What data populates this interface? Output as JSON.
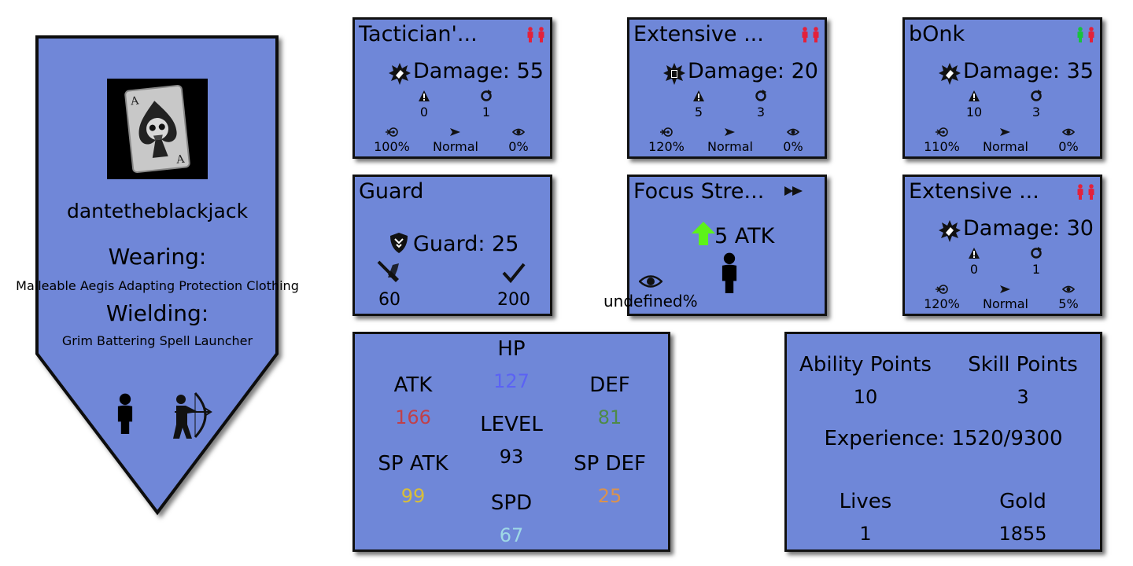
{
  "character": {
    "name": "dantetheblackjack",
    "wearing_label": "Wearing:",
    "wearing": "Malleable Aegis Adapting Protection Clothing",
    "wielding_label": "Wielding:",
    "wielding": "Grim Battering Spell Launcher",
    "portrait_icon": "ace-of-spades-skull-card",
    "class_icons": [
      "person-icon",
      "archer-icon"
    ]
  },
  "cards": [
    {
      "title": "Tactician'...",
      "effect": "Damage: 55",
      "stat1": "0",
      "stat2": "1",
      "acc": "100%",
      "speed": "Normal",
      "crit": "0%",
      "targets": [
        "red",
        "red"
      ]
    },
    {
      "title": "Extensive ...",
      "effect": "Damage: 20",
      "stat1": "5",
      "stat2": "3",
      "acc": "120%",
      "speed": "Normal",
      "crit": "0%",
      "targets": [
        "red",
        "red"
      ]
    },
    {
      "title": "bOnk",
      "effect": "Damage: 35",
      "stat1": "10",
      "stat2": "3",
      "acc": "110%",
      "speed": "Normal",
      "crit": "0%",
      "targets": [
        "green",
        "red"
      ]
    },
    {
      "title": "Extensive ...",
      "effect": "Damage: 30",
      "stat1": "0",
      "stat2": "1",
      "acc": "120%",
      "speed": "Normal",
      "crit": "5%",
      "targets": [
        "red",
        "red"
      ]
    }
  ],
  "guard_card": {
    "title": "Guard",
    "effect": "Guard: 25",
    "left_value": "60",
    "right_value": "200"
  },
  "focus_card": {
    "title": "Focus Stre...",
    "effect": "5 ATK",
    "crit": "undefined%"
  },
  "stats": {
    "hp": {
      "label": "HP",
      "value": "127",
      "color": "#5b62f4"
    },
    "atk": {
      "label": "ATK",
      "value": "166",
      "color": "#c0404a"
    },
    "def": {
      "label": "DEF",
      "value": "81",
      "color": "#4e8a47"
    },
    "level": {
      "label": "LEVEL",
      "value": "93"
    },
    "sp_atk": {
      "label": "SP ATK",
      "value": "99",
      "color": "#d8be3a"
    },
    "sp_def": {
      "label": "SP DEF",
      "value": "25",
      "color": "#d99250"
    },
    "spd": {
      "label": "SPD",
      "value": "67",
      "color": "#9fd9e6"
    }
  },
  "progress": {
    "ability_label": "Ability Points",
    "ability_value": "10",
    "skill_label": "Skill Points",
    "skill_value": "3",
    "experience": "Experience: 1520/9300",
    "lives_label": "Lives",
    "lives_value": "1",
    "gold_label": "Gold",
    "gold_value": "1855"
  },
  "colors": {
    "panel": "#6f87d8",
    "target_red": "#e3213a",
    "target_green": "#17c23e",
    "buff_arrow": "#5cf219"
  }
}
